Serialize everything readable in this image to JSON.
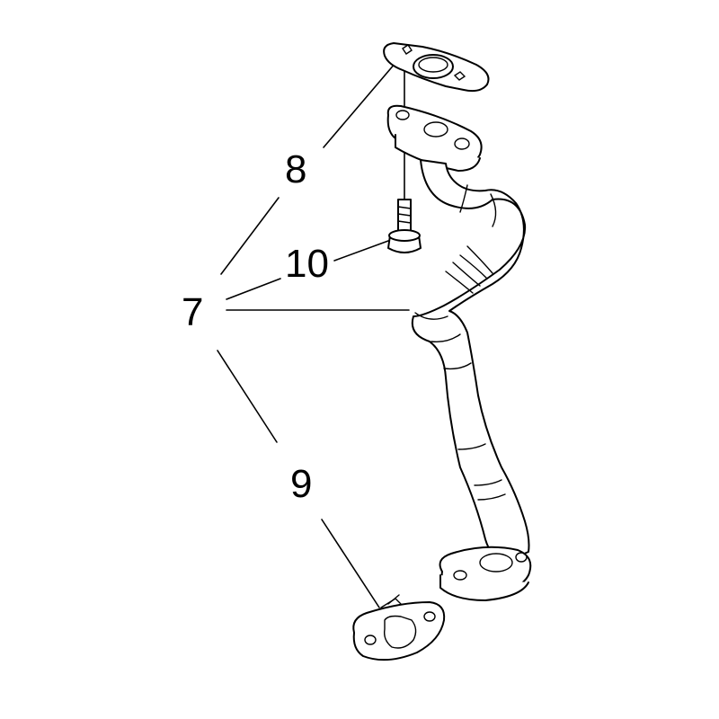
{
  "callouts": {
    "c7": "7",
    "c8": "8",
    "c9": "9",
    "c10": "10"
  },
  "colors": {
    "line": "#000000",
    "background": "#ffffff"
  }
}
